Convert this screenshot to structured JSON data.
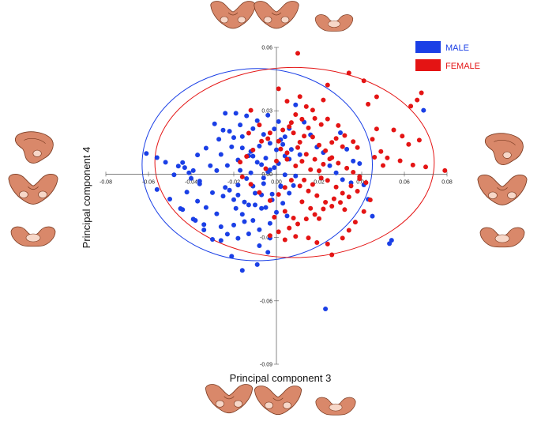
{
  "chart_data": {
    "type": "scatter",
    "xlabel": "Principal component 3",
    "ylabel": "Principal component 4",
    "xlim": [
      -0.08,
      0.08
    ],
    "ylim": [
      -0.09,
      0.06
    ],
    "x_ticks": [
      "-0.08",
      "-0.06",
      "-0.04",
      "-0.02",
      "0.00",
      "0.02",
      "0.04",
      "0.06",
      "0.08"
    ],
    "y_ticks": [
      "0.06",
      "0.03",
      "0.00",
      "-0.03",
      "-0.06",
      "-0.09"
    ],
    "legend": {
      "placement": "top-right",
      "entries": [
        "MALE",
        "FEMALE"
      ]
    },
    "colors": {
      "male": "#1a3fe6",
      "female": "#e41414"
    },
    "series": [
      {
        "name": "MALE",
        "color": "#1a3fe6",
        "ellipse": {
          "cx": -0.009,
          "cy": 0.0045,
          "rx": 0.054,
          "ry": 0.0455
        },
        "points": [
          [
            -0.061,
            0.0098
          ],
          [
            -0.056,
            0.0078
          ],
          [
            -0.052,
            0.0056
          ],
          [
            -0.046,
            0.0038
          ],
          [
            -0.043,
            0.0031
          ],
          [
            -0.039,
            0.0017
          ],
          [
            -0.048,
            -0.0003
          ],
          [
            -0.04,
            -0.002
          ],
          [
            -0.036,
            -0.0033
          ],
          [
            -0.041,
            0.0006
          ],
          [
            -0.029,
            0.0238
          ],
          [
            -0.025,
            0.0208
          ],
          [
            -0.02,
            0.0173
          ],
          [
            -0.016,
            0.0124
          ],
          [
            -0.011,
            0.0085
          ],
          [
            -0.007,
            0.0045
          ],
          [
            -0.003,
            0.002
          ],
          [
            0.004,
            -0.0003
          ],
          [
            0.009,
            -0.0009
          ],
          [
            -0.006,
            -0.0045
          ],
          [
            -0.01,
            -0.009
          ],
          [
            -0.013,
            -0.0146
          ],
          [
            -0.016,
            -0.019
          ],
          [
            -0.02,
            -0.0241
          ],
          [
            -0.023,
            -0.0284
          ],
          [
            -0.026,
            -0.0314
          ],
          [
            -0.011,
            -0.0219
          ],
          [
            -0.007,
            -0.0162
          ],
          [
            -0.002,
            -0.0095
          ],
          [
            0.002,
            -0.0056
          ],
          [
            -0.056,
            -0.0073
          ],
          [
            -0.05,
            -0.0118
          ],
          [
            -0.045,
            -0.0163
          ],
          [
            -0.039,
            -0.0213
          ],
          [
            -0.034,
            -0.0264
          ],
          [
            -0.03,
            -0.0309
          ],
          [
            -0.021,
            -0.0389
          ],
          [
            -0.016,
            -0.0456
          ],
          [
            -0.009,
            -0.0428
          ],
          [
            -0.004,
            -0.037
          ],
          [
            0.009,
            0.0328
          ],
          [
            0.013,
            0.0246
          ],
          [
            0.016,
            0.0186
          ],
          [
            0.019,
            0.0128
          ],
          [
            0.022,
            0.0102
          ],
          [
            0.025,
            0.004
          ],
          [
            0.028,
            0.0006
          ],
          [
            0.031,
            -0.0026
          ],
          [
            0.035,
            -0.0041
          ],
          [
            0.039,
            0.005
          ],
          [
            0.03,
            0.0196
          ],
          [
            0.033,
            0.0118
          ],
          [
            0.036,
            0.0062
          ],
          [
            0.041,
            -0.0051
          ],
          [
            0.043,
            -0.0119
          ],
          [
            0.045,
            -0.0199
          ],
          [
            0.054,
            -0.0313
          ],
          [
            0.053,
            -0.0329
          ],
          [
            0.023,
            -0.0638
          ],
          [
            0.069,
            0.0302
          ],
          [
            -0.024,
            0.0288
          ],
          [
            -0.019,
            0.0288
          ],
          [
            -0.014,
            0.0276
          ],
          [
            -0.009,
            0.0253
          ],
          [
            -0.004,
            0.0279
          ],
          [
            0.001,
            0.0249
          ],
          [
            0.006,
            0.0216
          ],
          [
            0.002,
            0.0163
          ],
          [
            -0.003,
            0.0146
          ],
          [
            -0.008,
            0.0133
          ],
          [
            -0.013,
            0.0087
          ],
          [
            -0.018,
            0.0067
          ],
          [
            -0.023,
            0.0041
          ],
          [
            -0.028,
            0.0017
          ],
          [
            -0.017,
            0.0018
          ],
          [
            -0.012,
            0.0006
          ],
          [
            -0.004,
            0.0012
          ],
          [
            0.001,
            0.005
          ],
          [
            0.006,
            0.0071
          ],
          [
            0.011,
            0.0092
          ],
          [
            -0.03,
            -0.0088
          ],
          [
            -0.025,
            -0.0104
          ],
          [
            -0.02,
            -0.0121
          ],
          [
            -0.015,
            -0.0132
          ],
          [
            -0.01,
            -0.0146
          ],
          [
            -0.005,
            -0.0158
          ],
          [
            0.0,
            -0.0181
          ],
          [
            0.005,
            -0.0198
          ],
          [
            -0.003,
            -0.0233
          ],
          [
            -0.008,
            -0.0263
          ],
          [
            -0.013,
            -0.0283
          ],
          [
            -0.018,
            -0.0304
          ],
          [
            -0.028,
            -0.0188
          ],
          [
            -0.033,
            -0.0158
          ],
          [
            -0.037,
            -0.0128
          ],
          [
            -0.042,
            -0.0085
          ],
          [
            -0.036,
            -0.0046
          ],
          [
            -0.031,
            0.004
          ],
          [
            -0.026,
            0.0093
          ],
          [
            -0.021,
            0.0129
          ],
          [
            -0.016,
            0.0178
          ],
          [
            -0.011,
            0.0215
          ],
          [
            -0.006,
            0.0188
          ],
          [
            -0.001,
            0.0214
          ],
          [
            0.004,
            0.0177
          ],
          [
            0.007,
            0.0117
          ],
          [
            0.004,
            0.0086
          ],
          [
            0.0,
            0.0115
          ],
          [
            -0.005,
            0.0076
          ],
          [
            -0.009,
            0.0056
          ],
          [
            -0.014,
            -0.0021
          ],
          [
            -0.018,
            -0.0052
          ],
          [
            -0.022,
            -0.0076
          ],
          [
            -0.018,
            -0.0099
          ],
          [
            -0.011,
            -0.0057
          ],
          [
            -0.007,
            -0.0098
          ],
          [
            -0.002,
            -0.0122
          ],
          [
            0.003,
            -0.0138
          ],
          [
            0.006,
            -0.009
          ],
          [
            0.008,
            -0.0054
          ],
          [
            -0.044,
            0.0055
          ],
          [
            -0.037,
            0.0091
          ],
          [
            -0.033,
            0.0123
          ],
          [
            -0.027,
            0.0165
          ],
          [
            -0.022,
            0.0203
          ],
          [
            -0.017,
            0.0233
          ],
          [
            -0.044,
            -0.0168
          ],
          [
            -0.038,
            -0.0219
          ],
          [
            -0.034,
            -0.0239
          ],
          [
            -0.026,
            -0.0249
          ],
          [
            -0.008,
            -0.0339
          ],
          [
            -0.003,
            -0.0303
          ],
          [
            0.002,
            -0.0059
          ],
          [
            -0.012,
            0.0107
          ],
          [
            -0.019,
            -0.0162
          ],
          [
            -0.024,
            -0.0063
          ],
          [
            -0.001,
            0.0031
          ],
          [
            -0.006,
            -0.0018
          ],
          [
            0.003,
            0.0141
          ],
          [
            -0.015,
            -0.0225
          ]
        ]
      },
      {
        "name": "FEMALE",
        "color": "#e41414",
        "ellipse": {
          "cx": 0.0085,
          "cy": 0.0055,
          "rx": 0.0655,
          "ry": 0.045
        },
        "points": [
          [
            0.01,
            0.0572
          ],
          [
            0.034,
            0.0479
          ],
          [
            0.041,
            0.0442
          ],
          [
            0.024,
            0.0422
          ],
          [
            0.022,
            0.0351
          ],
          [
            0.043,
            0.0331
          ],
          [
            0.068,
            0.0385
          ],
          [
            0.066,
            0.0351
          ],
          [
            0.063,
            0.0322
          ],
          [
            0.047,
            0.0366
          ],
          [
            0.047,
            0.0214
          ],
          [
            0.045,
            0.0165
          ],
          [
            0.049,
            0.0107
          ],
          [
            0.052,
            0.0077
          ],
          [
            0.058,
            0.0063
          ],
          [
            0.064,
            0.0043
          ],
          [
            0.07,
            0.0034
          ],
          [
            0.079,
            0.0017
          ],
          [
            0.062,
            0.0141
          ],
          [
            0.067,
            0.0161
          ],
          [
            0.055,
            0.0209
          ],
          [
            0.059,
            0.018
          ],
          [
            0.038,
            0.0126
          ],
          [
            0.031,
            0.013
          ],
          [
            0.028,
            0.0169
          ],
          [
            0.026,
            0.015
          ],
          [
            0.021,
            0.0235
          ],
          [
            0.018,
            0.0264
          ],
          [
            0.015,
            0.0219
          ],
          [
            0.013,
            0.018
          ],
          [
            0.011,
            0.0151
          ],
          [
            0.008,
            0.0195
          ],
          [
            0.006,
            0.0225
          ],
          [
            0.003,
            0.0209
          ],
          [
            0.001,
            0.0156
          ],
          [
            -0.003,
            0.0195
          ],
          [
            -0.007,
            0.0156
          ],
          [
            -0.011,
            0.0114
          ],
          [
            -0.014,
            0.0084
          ],
          [
            -0.017,
            0.0057
          ],
          [
            0.001,
            0.0404
          ],
          [
            0.005,
            0.0345
          ],
          [
            0.009,
            0.0282
          ],
          [
            0.012,
            0.026
          ],
          [
            0.017,
            0.0176
          ],
          [
            0.02,
            0.0137
          ],
          [
            0.023,
            0.0111
          ],
          [
            0.026,
            0.0078
          ],
          [
            0.029,
            0.0052
          ],
          [
            0.033,
            0.0028
          ],
          [
            0.036,
            0.0009
          ],
          [
            0.039,
            -0.0012
          ],
          [
            0.042,
            -0.004
          ],
          [
            0.038,
            -0.0081
          ],
          [
            0.034,
            -0.0108
          ],
          [
            0.03,
            -0.0134
          ],
          [
            0.026,
            -0.0152
          ],
          [
            0.022,
            -0.0165
          ],
          [
            0.018,
            -0.0191
          ],
          [
            0.014,
            -0.0212
          ],
          [
            0.01,
            -0.0236
          ],
          [
            0.006,
            -0.0255
          ],
          [
            0.001,
            -0.0273
          ],
          [
            -0.003,
            -0.0291
          ],
          [
            0.004,
            -0.0311
          ],
          [
            0.009,
            -0.0295
          ],
          [
            0.015,
            -0.0302
          ],
          [
            0.019,
            -0.0324
          ],
          [
            0.024,
            -0.0331
          ],
          [
            0.026,
            -0.0382
          ],
          [
            0.031,
            -0.0303
          ],
          [
            0.034,
            -0.0266
          ],
          [
            0.037,
            -0.0227
          ],
          [
            0.041,
            -0.0177
          ],
          [
            0.044,
            -0.0122
          ],
          [
            0.039,
            -0.0022
          ],
          [
            0.035,
            -0.0056
          ],
          [
            0.031,
            -0.009
          ],
          [
            0.027,
            -0.0117
          ],
          [
            0.023,
            -0.0133
          ],
          [
            0.019,
            -0.0102
          ],
          [
            0.015,
            -0.008
          ],
          [
            0.011,
            -0.0056
          ],
          [
            0.007,
            -0.0029
          ],
          [
            0.004,
            -0.0063
          ],
          [
            0.001,
            -0.0096
          ],
          [
            -0.003,
            -0.0125
          ],
          [
            -0.008,
            -0.0087
          ],
          [
            -0.012,
            -0.0048
          ],
          [
            -0.016,
            -0.0013
          ],
          [
            -0.005,
            0.0026
          ],
          [
            0.0,
            0.0062
          ],
          [
            0.005,
            0.0101
          ],
          [
            0.01,
            0.0126
          ],
          [
            0.014,
            0.0094
          ],
          [
            0.018,
            0.007
          ],
          [
            0.022,
            0.0047
          ],
          [
            0.025,
            0.0072
          ],
          [
            0.021,
            -0.0018
          ],
          [
            0.017,
            -0.0049
          ],
          [
            0.013,
            -0.0028
          ],
          [
            0.009,
            0.0039
          ],
          [
            0.005,
            0.007
          ],
          [
            0.002,
            0.0119
          ],
          [
            0.012,
            -0.0131
          ],
          [
            0.016,
            -0.0162
          ],
          [
            0.02,
            -0.0211
          ],
          [
            0.004,
            -0.0176
          ],
          [
            0.008,
            -0.0208
          ],
          [
            -0.001,
            -0.0204
          ],
          [
            0.014,
            0.032
          ],
          [
            0.017,
            0.0303
          ],
          [
            0.011,
            0.0367
          ],
          [
            0.007,
            0.0244
          ],
          [
            0.024,
            0.0261
          ],
          [
            0.029,
            0.023
          ],
          [
            0.032,
            0.0183
          ],
          [
            0.036,
            0.0154
          ],
          [
            0.046,
            0.008
          ],
          [
            0.05,
            0.0041
          ],
          [
            -0.012,
            0.0302
          ],
          [
            -0.008,
            0.0233
          ],
          [
            -0.013,
            0.0194
          ],
          [
            -0.004,
            0.0168
          ],
          [
            0.012,
            0.0061
          ],
          [
            0.016,
            0.0021
          ],
          [
            0.02,
            0.0016
          ],
          [
            0.024,
            -0.003
          ],
          [
            0.028,
            -0.0061
          ],
          [
            0.032,
            -0.0168
          ]
        ]
      }
    ]
  },
  "figure": {
    "icons": [
      "pelvis-top-1",
      "pelvis-top-2",
      "pelvis-top-3",
      "pelvis-left-1",
      "pelvis-left-2",
      "pelvis-left-3",
      "pelvis-right-1",
      "pelvis-right-2",
      "pelvis-right-3",
      "pelvis-bottom-1",
      "pelvis-bottom-2",
      "pelvis-bottom-3"
    ],
    "icon_color": "#d9886a"
  }
}
